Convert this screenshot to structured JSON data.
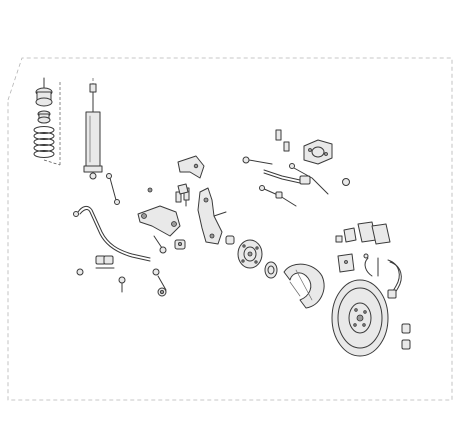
{
  "diagram": {
    "style": "exploded-view line drawing",
    "colors": {
      "background": "#ffffff",
      "line": "#3a3a3a",
      "fill": "#e9e9e9",
      "frame": "#b5b5b5"
    },
    "parts": [
      "strut-mount",
      "bump-stop",
      "coil-spring",
      "shock-absorber",
      "stabilizer-link",
      "stabilizer-bar",
      "stabilizer-bushing",
      "control-arm",
      "steering-knuckle",
      "wheel-hub",
      "wheel-bearing",
      "dust-shield",
      "brake-disc",
      "brake-caliper",
      "brake-pads",
      "brake-hose",
      "wear-sensor",
      "tie-rod",
      "tie-rod-end",
      "axial-joint"
    ]
  }
}
